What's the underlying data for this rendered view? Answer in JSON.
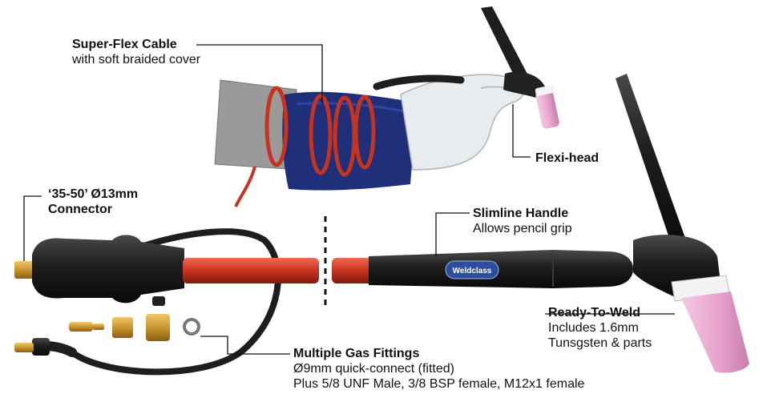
{
  "labels": {
    "cable": {
      "title": "Super-Flex Cable",
      "text": "with soft braided cover"
    },
    "flexi": {
      "title": "Flexi-head"
    },
    "conn": {
      "title": "‘35-50’ Ø13mm",
      "text": "Connector"
    },
    "handle": {
      "title": "Slimline Handle",
      "text": "Allows pencil grip"
    },
    "ready": {
      "title": "Ready-To-Weld",
      "text": "Includes 1.6mm",
      "text2": "Tunsgsten & parts"
    },
    "gas": {
      "title": "Multiple Gas Fittings",
      "text": "Ø9mm quick-connect (fitted)",
      "text2": "Plus 5/8 UNF Male, 3/8 BSP female, M12x1 female"
    }
  },
  "brand": {
    "handle_text": "Weldclass"
  },
  "colors": {
    "cable_red": "#c8331f",
    "glove_blue": "#1f2f7a",
    "glove_white": "#e9ecee",
    "black": "#1e1e1e",
    "ceramic_pink": "#e9a6cf",
    "brass": "#c9952f",
    "brand_blue": "#2b4f9e"
  }
}
